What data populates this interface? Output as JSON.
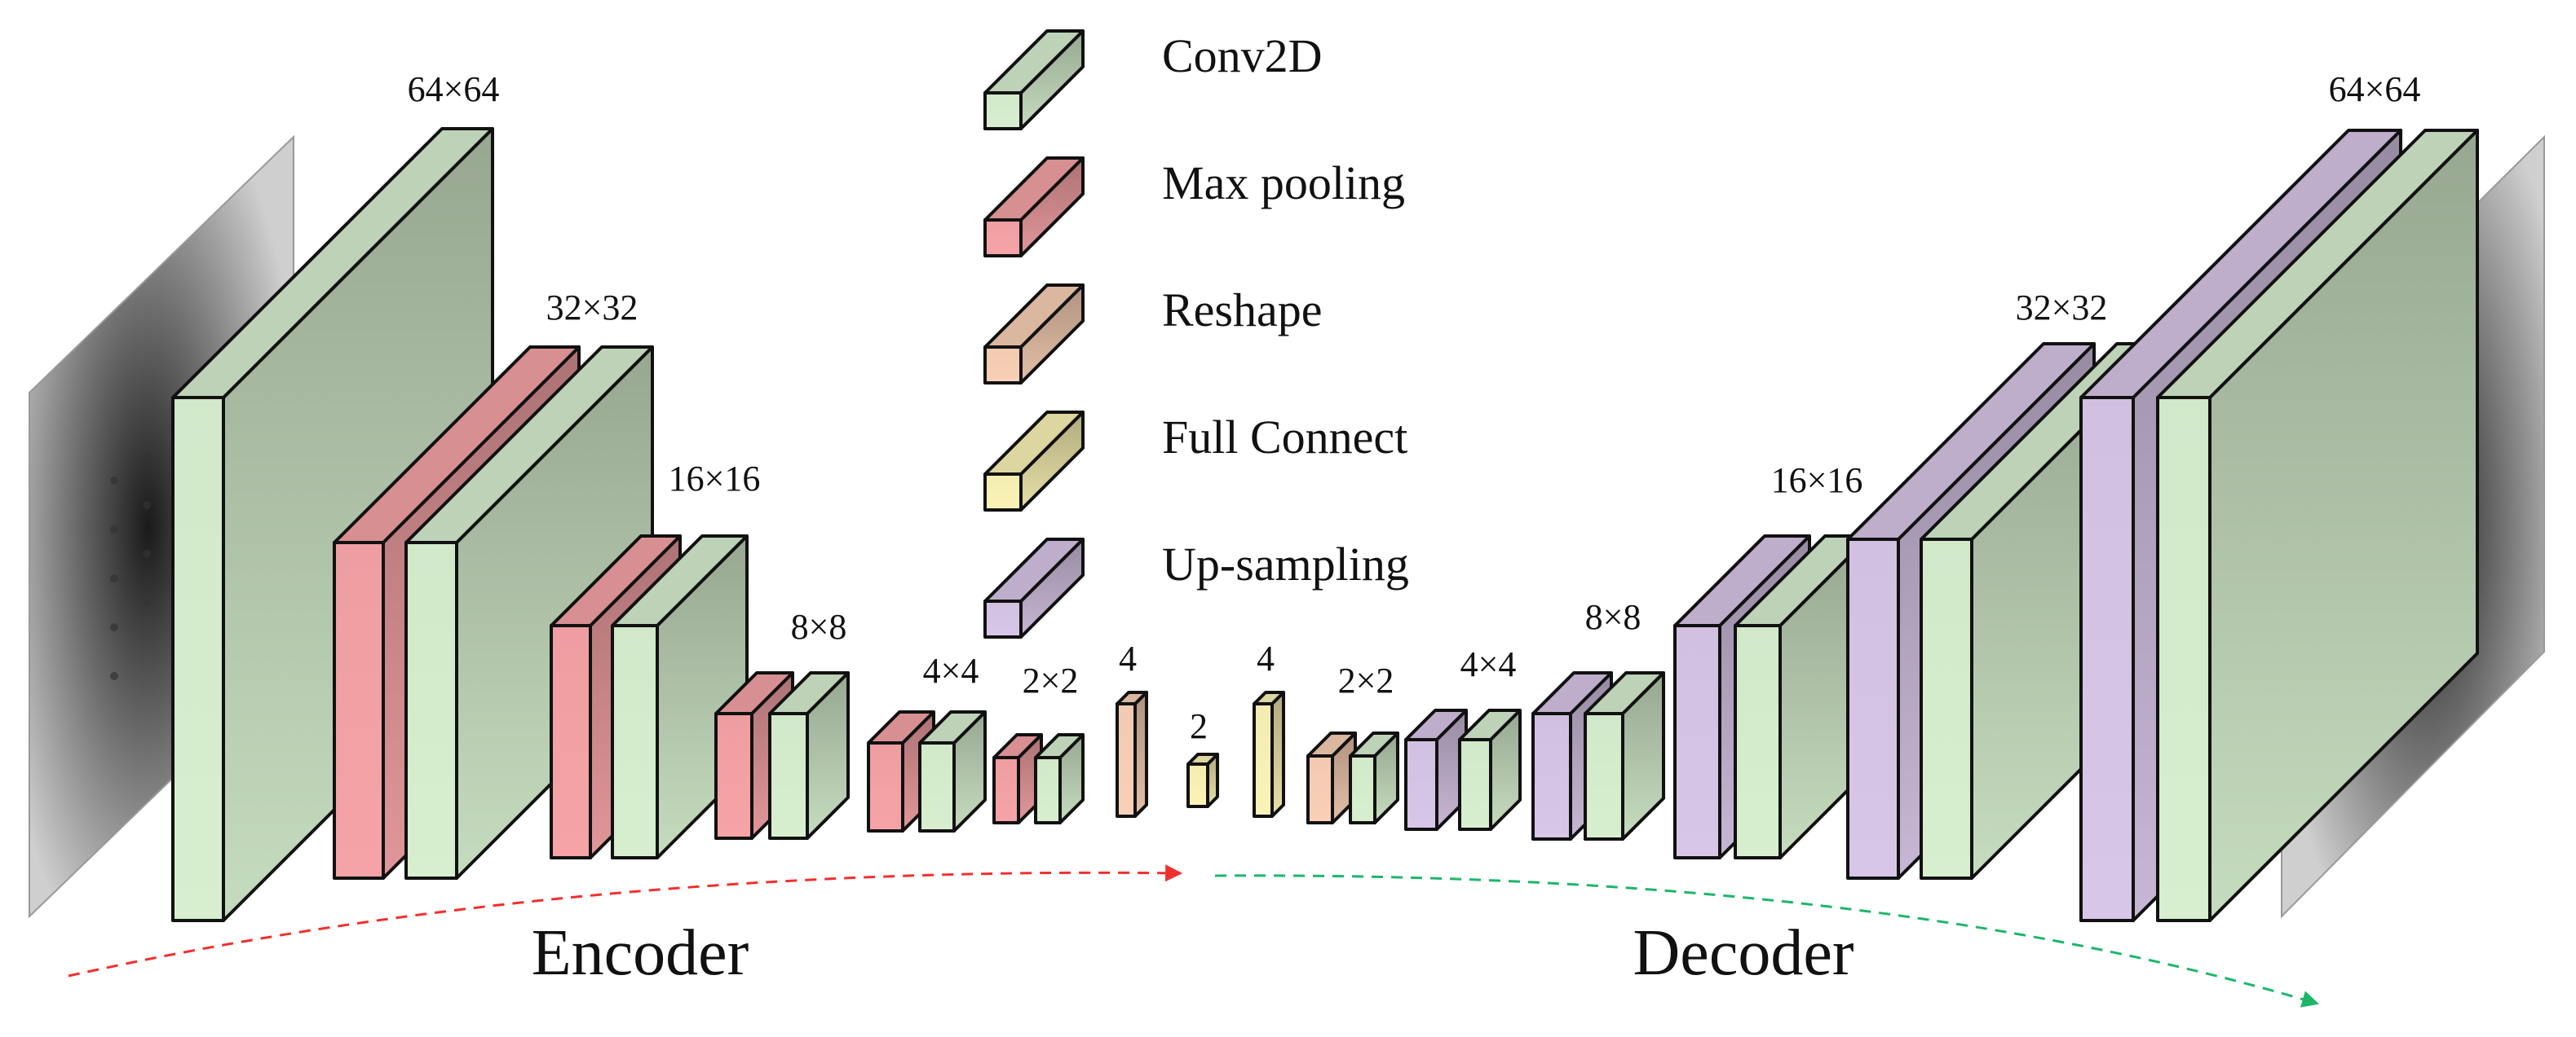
{
  "legend": [
    {
      "key": "conv",
      "label": "Conv2D",
      "color": "#d7efcf"
    },
    {
      "key": "pool",
      "label": "Max pooling",
      "color": "#f5a3a6"
    },
    {
      "key": "reshape",
      "label": "Reshape",
      "color": "#f9d0b6"
    },
    {
      "key": "fc",
      "label": "Full Connect",
      "color": "#fbf3b6"
    },
    {
      "key": "up",
      "label": "Up-sampling",
      "color": "#d8c6e8"
    }
  ],
  "dimension_labels": [
    "64×64",
    "32×32",
    "16×16",
    "8×8",
    "4×4",
    "2×2",
    "4",
    "2",
    "4",
    "2×2",
    "4×4",
    "8×8",
    "16×16",
    "32×32",
    "64×64"
  ],
  "sections": {
    "encoder": "Encoder",
    "decoder": "Decoder"
  },
  "colors": {
    "encoder_arrow": "#f0302e",
    "decoder_arrow": "#1db66a",
    "outline": "#111111"
  }
}
